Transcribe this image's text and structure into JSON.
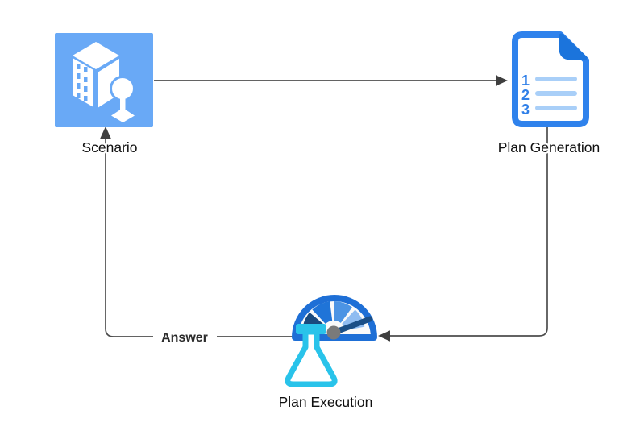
{
  "diagram": {
    "background": "#ffffff",
    "nodes": {
      "scenario": {
        "label": "Scenario",
        "icon": "building-pin-icon"
      },
      "plan_generation": {
        "label": "Plan Generation",
        "icon": "numbered-list-document-icon",
        "list_numbers": [
          "1",
          "2",
          "3"
        ]
      },
      "plan_execution": {
        "label": "Plan Execution",
        "icon": "gauge-flask-icon"
      }
    },
    "edges": {
      "scenario_to_plan_generation": {
        "from": "Scenario",
        "to": "Plan Generation",
        "label": ""
      },
      "plan_generation_to_plan_execution": {
        "from": "Plan Generation",
        "to": "Plan Execution",
        "label": ""
      },
      "plan_execution_to_scenario": {
        "from": "Plan Execution",
        "to": "Scenario",
        "label": "Answer"
      }
    },
    "colors": {
      "scenario_tile": "#69A9F6",
      "building_fill": "#FFFFFF",
      "document_outline": "#2F82EC",
      "document_fold": "#1B74DC",
      "document_numbers": "#2F7FE8",
      "document_list_lines": "#A9CFF8",
      "gauge_border": "#1E6FD6",
      "gauge_face": "#FAFAFA",
      "gauge_segment_1": "#1A4A7E",
      "gauge_segment_2": "#1F74D8",
      "gauge_segment_3": "#4C94E4",
      "gauge_segment_4": "#8FBCF1",
      "gauge_needle": "#1B4F87",
      "gauge_hub": "#7A7A7A",
      "flask": "#29C3EA",
      "edge_line": "#4D4D4D",
      "arrowhead": "#3F3F3F",
      "label_text": "#111111"
    }
  }
}
